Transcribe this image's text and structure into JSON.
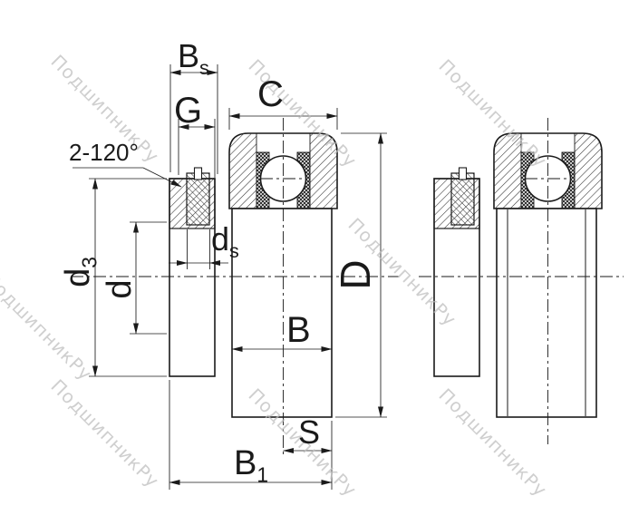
{
  "drawing": {
    "watermark": {
      "text": "ПодшипникРу"
    },
    "labels": {
      "bs": {
        "main": "B",
        "sub": "s"
      },
      "g": {
        "main": "G"
      },
      "c": {
        "main": "C"
      },
      "angle": {
        "text": "2-120°"
      },
      "d3": {
        "main": "d",
        "sub": "3"
      },
      "d": {
        "main": "d"
      },
      "ds": {
        "main": "d",
        "sub": "s"
      },
      "D": {
        "main": "D"
      },
      "b": {
        "main": "B"
      },
      "s": {
        "main": "S"
      },
      "b1": {
        "main": "B",
        "sub": "1"
      }
    },
    "colors": {
      "line": "#1a1a1a",
      "watermark": "#bdbdbd",
      "background": "#ffffff"
    }
  }
}
